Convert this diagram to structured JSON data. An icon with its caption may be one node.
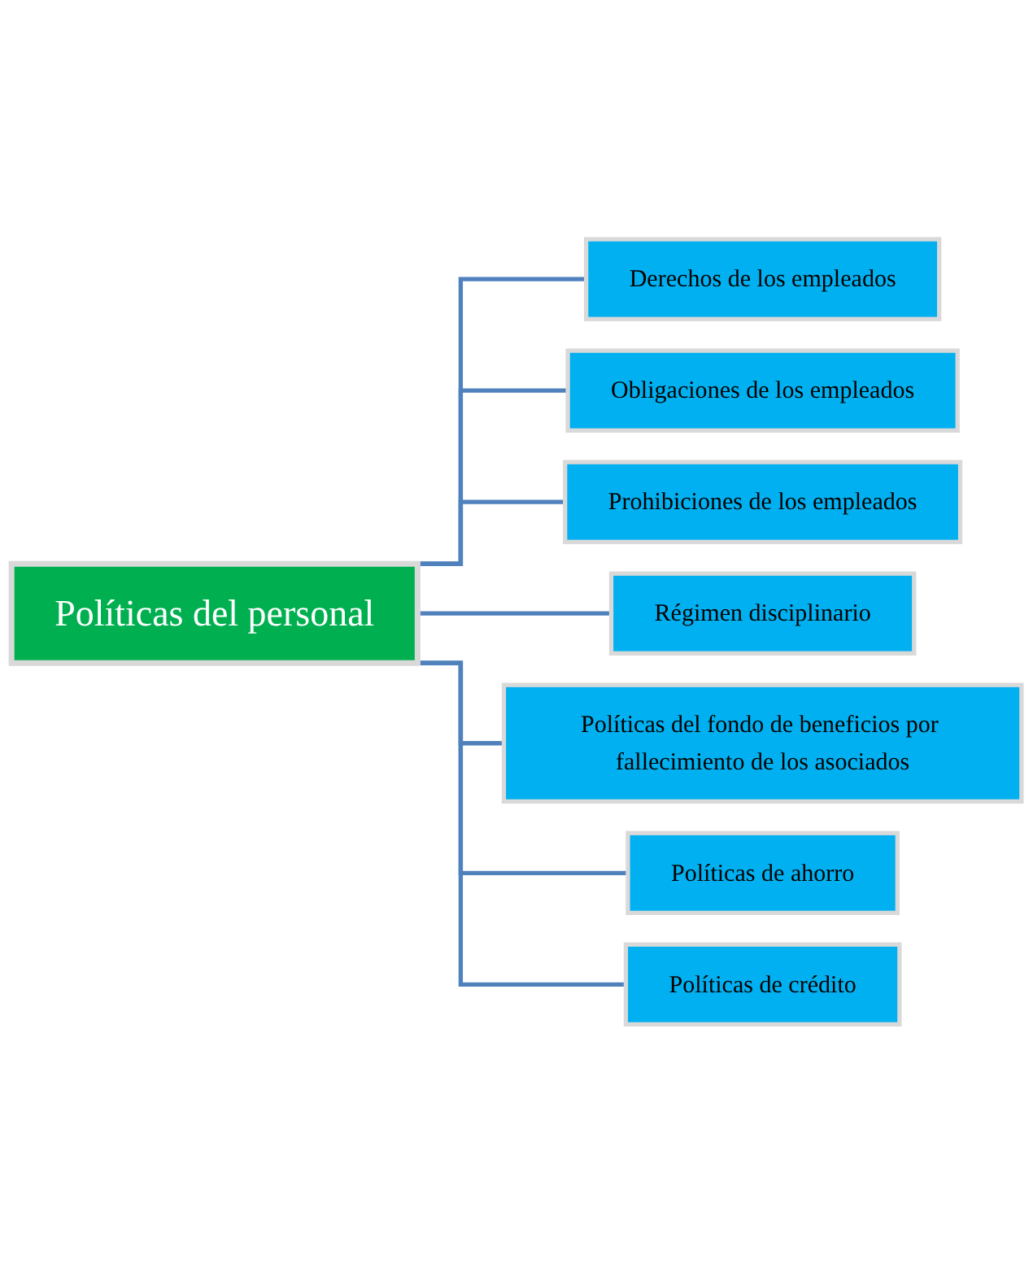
{
  "diagram": {
    "nodes": [
      {
        "text": [
          "Políticas del personal"
        ]
      },
      {
        "text": [
          "Derechos de los empleados"
        ]
      },
      {
        "text": [
          "Obligaciones de los empleados"
        ]
      },
      {
        "text": [
          "Prohibiciones de los empleados"
        ]
      },
      {
        "text": [
          "Régimen disciplinario"
        ]
      },
      {
        "text": [
          "Políticas del fondo de beneficios por fallecimiento de los asociados"
        ]
      },
      {
        "text": [
          "Políticas de ahorro"
        ]
      },
      {
        "text": [
          "Políticas de crédito"
        ]
      }
    ],
    "edges": [
      {
        "from": 0,
        "to": 1,
        "arrow": "none"
      },
      {
        "from": 0,
        "to": 2,
        "arrow": "none"
      },
      {
        "from": 0,
        "to": 3,
        "arrow": "none"
      },
      {
        "from": 0,
        "to": 4,
        "arrow": "none"
      },
      {
        "from": 0,
        "to": 5,
        "arrow": "none"
      },
      {
        "from": 0,
        "to": 6,
        "arrow": "none"
      },
      {
        "from": 0,
        "to": 7,
        "arrow": "none"
      }
    ]
  }
}
